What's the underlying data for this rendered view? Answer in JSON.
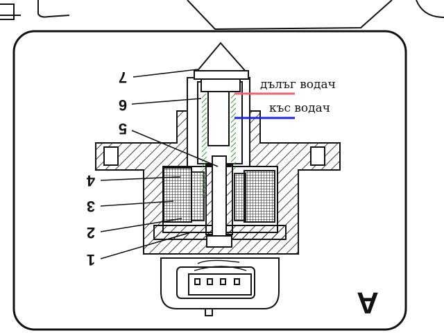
{
  "diagram": {
    "part_numbers": [
      "7",
      "6",
      "5",
      "4",
      "3",
      "2",
      "1"
    ],
    "figure_letter": "A",
    "annotations": {
      "long_guide": "дълъг водач",
      "short_guide": "къс водач"
    },
    "colors": {
      "long_guide_line": "#f06070",
      "short_guide_line": "#2020e0",
      "spring": "#3a9a3a"
    }
  }
}
